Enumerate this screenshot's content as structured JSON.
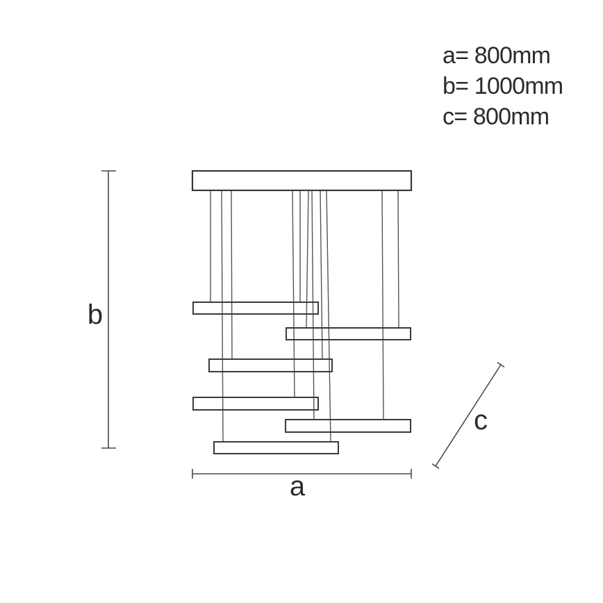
{
  "page": {
    "background_color": "#ffffff"
  },
  "drawing": {
    "description": "dimension line-drawing of a pendant light: ceiling canopy with six suspended horizontal light bars",
    "colors": {
      "outline": "#383838",
      "bar_outline": "#3a3a3a",
      "wire": "#555555",
      "dimension_line": "#4a4a4a",
      "text": "#2b2b2b",
      "background": "#ffffff"
    }
  },
  "spec_list": {
    "items": [
      {
        "id": "a",
        "text": "a= 800mm"
      },
      {
        "id": "b",
        "text": "b= 1000mm"
      },
      {
        "id": "c",
        "text": "c= 800mm"
      }
    ]
  },
  "dimensions": {
    "a": {
      "label": "a",
      "value_mm": 800
    },
    "b": {
      "label": "b",
      "value_mm": 1000
    },
    "c": {
      "label": "c",
      "value_mm": 800
    }
  }
}
